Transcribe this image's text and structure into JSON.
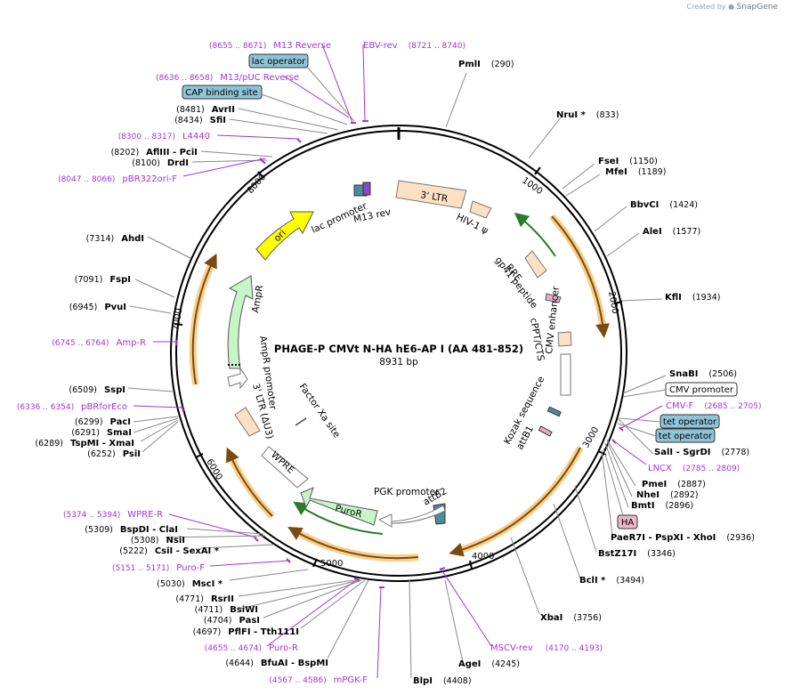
{
  "brand": {
    "prefix": "Created by",
    "name": "SnapGene"
  },
  "title": "PHAGE-P CMVt N-HA hE6-AP I (AA 481-852)",
  "size": "8931 bp",
  "ticks": [
    "1000",
    "2000",
    "3000",
    "4000",
    "5000",
    "6000",
    "7000",
    "8000"
  ],
  "enzymes": [
    {
      "name": "PmlI",
      "pos": "(290)"
    },
    {
      "name": "NruI *",
      "pos": "(833)"
    },
    {
      "name": "FseI",
      "pos": "(1150)"
    },
    {
      "name": "MfeI",
      "pos": "(1189)"
    },
    {
      "name": "BbvCI",
      "pos": "(1424)"
    },
    {
      "name": "AleI",
      "pos": "(1577)"
    },
    {
      "name": "KflI",
      "pos": "(1934)"
    },
    {
      "name": "SnaBI",
      "pos": "(2506)"
    },
    {
      "name": "SalI  -  SgrDI",
      "pos": "(2778)"
    },
    {
      "name": "PmeI",
      "pos": "(2887)"
    },
    {
      "name": "NheI",
      "pos": "(2892)"
    },
    {
      "name": "BmtI",
      "pos": "(2896)"
    },
    {
      "name": "PaeR7I  -  PspXI  -  XhoI",
      "pos": "(2936)"
    },
    {
      "name": "BstZ17I",
      "pos": "(3346)"
    },
    {
      "name": "BclI *",
      "pos": "(3494)"
    },
    {
      "name": "XbaI",
      "pos": "(3756)"
    },
    {
      "name": "AgeI",
      "pos": "(4245)"
    },
    {
      "name": "BlpI",
      "pos": "(4408)"
    },
    {
      "name": "BfuAI  -  BspMI",
      "pos": "(4644)"
    },
    {
      "name": "PflFI  -  Tth111I",
      "pos": "(4697)"
    },
    {
      "name": "PasI",
      "pos": "(4704)"
    },
    {
      "name": "BsiWI",
      "pos": "(4711)"
    },
    {
      "name": "RsrII",
      "pos": "(4771)"
    },
    {
      "name": "MscI *",
      "pos": "(5030)"
    },
    {
      "name": "CsiI  -  SexAI *",
      "pos": "(5222)"
    },
    {
      "name": "NsiI",
      "pos": "(5308)"
    },
    {
      "name": "BspDI  -  ClaI",
      "pos": "(5309)"
    },
    {
      "name": "PsiI",
      "pos": "(6252)"
    },
    {
      "name": "TspMI  -  XmaI",
      "pos": "(6289)"
    },
    {
      "name": "SmaI",
      "pos": "(6291)"
    },
    {
      "name": "PacI",
      "pos": "(6299)"
    },
    {
      "name": "SspI",
      "pos": "(6509)"
    },
    {
      "name": "PvuI",
      "pos": "(6945)"
    },
    {
      "name": "FspI",
      "pos": "(7091)"
    },
    {
      "name": "AhdI",
      "pos": "(7314)"
    },
    {
      "name": "DrdI",
      "pos": "(8100)"
    },
    {
      "name": "AflIII  -  PciI",
      "pos": "(8202)"
    },
    {
      "name": "SfiI",
      "pos": "(8434)"
    },
    {
      "name": "AvrII",
      "pos": "(8481)"
    }
  ],
  "primers": [
    {
      "name": "M13 Reverse",
      "range": "(8655 .. 8671)"
    },
    {
      "name": "EBV-rev",
      "range": "(8721 .. 8740)"
    },
    {
      "name": "M13/pUC Reverse",
      "range": "(8636 .. 8658)"
    },
    {
      "name": "L4440",
      "range": "(8300 .. 8317)"
    },
    {
      "name": "pBR322ori-F",
      "range": "(8047 .. 8066)"
    },
    {
      "name": "Amp-R",
      "range": "(6745 .. 6764)"
    },
    {
      "name": "pBRforEco",
      "range": "(6336 .. 6354)"
    },
    {
      "name": "WPRE-R",
      "range": "(5374 .. 5394)"
    },
    {
      "name": "Puro-F",
      "range": "(5151 .. 5171)"
    },
    {
      "name": "Puro-R",
      "range": "(4655 .. 4674)"
    },
    {
      "name": "mPGK-F",
      "range": "(4567 .. 4586)"
    },
    {
      "name": "MSCV-rev",
      "range": "(4170 .. 4193)"
    },
    {
      "name": "CMV-F",
      "range": "(2685 .. 2705)"
    },
    {
      "name": "LNCX",
      "range": "(2785 .. 2809)"
    }
  ],
  "boxes": {
    "lac_operator": "lac operator",
    "cap_site": "CAP binding site",
    "cmv_promoter": "CMV promoter",
    "tet_operator_1": "tet operator",
    "tet_operator_2": "tet operator",
    "ha": "HA"
  },
  "features": {
    "ltr5": "3' LTR",
    "hiv_psi": "HIV-1 ψ",
    "rre": "RRE",
    "gp41": "gp41 peptide",
    "cppt": "cPPT/CTS",
    "cmv_enh": "CMV enhancer",
    "kozak": "Kozak sequence",
    "attb1": "attB1",
    "attb2": "attB2",
    "pgk": "PGK promoter",
    "puror": "PuroR",
    "wpre": "WPRE",
    "ltr3": "3' LTR (ΔU3)",
    "factor_xa": "Factor Xa site",
    "ampr_prom": "AmpR promoter",
    "ampr": "AmpR",
    "ori": "ori",
    "lac_prom": "lac promoter",
    "m13rev": "M13 rev"
  },
  "colors": {
    "primer": "#a533d6",
    "feature_fill": "#fce0c4",
    "ori": "#ffff00",
    "ampr": "#c8f5c8",
    "operator_box": "#8fc4d8",
    "ha_box": "#e8b7c8",
    "orf_highlight": "#f5b04a"
  }
}
